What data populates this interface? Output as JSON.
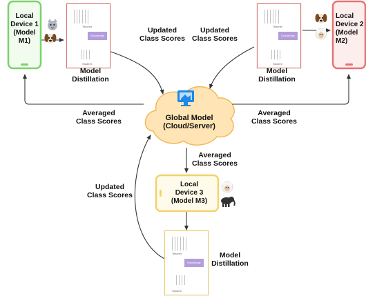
{
  "devices": [
    {
      "id": "device1",
      "text": "Local\nDevice 1\n(Model\nM1)",
      "border": "#7bd16a",
      "fill": "#f1fbee"
    },
    {
      "id": "device2",
      "text": "Local\nDevice 2\n(Model\nM2)",
      "border": "#e57373",
      "fill": "#fdeeee"
    },
    {
      "id": "device3",
      "text": "Local\nDevice 3\n(Model M3)",
      "border": "#f2d26b",
      "fill": "#fffbea"
    }
  ],
  "global_model": {
    "title": "Global Model",
    "subtitle": "(Cloud/Server)",
    "fill": "#ffe4b5",
    "stroke": "#f0b95a"
  },
  "labels": {
    "updated_class_scores": "Updated\nClass Scores",
    "averaged_class_scores": "Averaged\nClass Scores",
    "model_distillation": "Model\nDistillation"
  },
  "distill_doc": {
    "teacher": "Teacher",
    "knowledge": "Knowledge",
    "student": "Student"
  },
  "colors": {
    "monitor": "#1e88e5",
    "arrow": "#333333"
  },
  "icons": {
    "device1": [
      "cat-icon",
      "dog-icon"
    ],
    "device2": [
      "dog-icon",
      "sheep-icon"
    ],
    "device3": [
      "sheep-icon",
      "elephant-icon"
    ]
  }
}
